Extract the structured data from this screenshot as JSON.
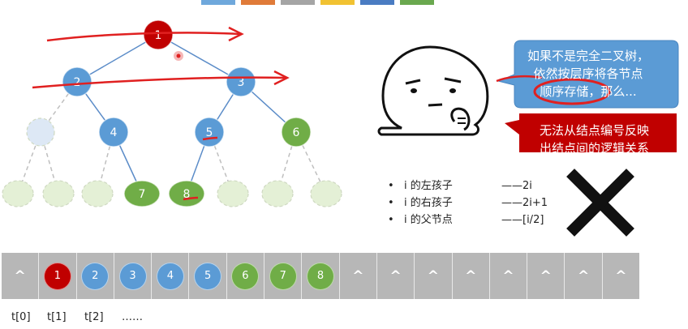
{
  "swatches": [
    "#6fa8dc",
    "#e07b39",
    "#a5a5a5",
    "#f1c232",
    "#4a7cc2",
    "#6aa84f"
  ],
  "colors": {
    "root": "#c00000",
    "blue": "#5b9bd5",
    "green": "#70ad47",
    "ghost_blue": "#dde8f5",
    "ghost_green": "#e4f0d6",
    "annotation_red": "#e02020",
    "bubble_blue": "#5b9bd5",
    "box_red": "#c00000",
    "cell_gray": "#b7b7b7"
  },
  "tree": {
    "nodes": [
      {
        "label": "1",
        "kind": "root"
      },
      {
        "label": "2",
        "kind": "blue"
      },
      {
        "label": "3",
        "kind": "blue"
      },
      {
        "label": "4",
        "kind": "blue"
      },
      {
        "label": "5",
        "kind": "blue"
      },
      {
        "label": "6",
        "kind": "green"
      },
      {
        "label": "7",
        "kind": "green"
      },
      {
        "label": "8",
        "kind": "green"
      }
    ]
  },
  "speech_bubble": {
    "line1": "如果不是完全二叉树，",
    "line2": "依然按层序将各节点",
    "line3": "顺序存储，那么..."
  },
  "red_box": {
    "line1": "无法从结点编号反映",
    "line2": "出结点间的逻辑关系"
  },
  "rules": [
    {
      "label": "i 的左孩子",
      "value": "——2i"
    },
    {
      "label": "i 的右孩子",
      "value": "——2i+1"
    },
    {
      "label": "i 的父节点",
      "value": "——[i/2]"
    }
  ],
  "bullet": "•",
  "array": {
    "cells": [
      {
        "text": "^",
        "kind": "empty"
      },
      {
        "text": "1",
        "kind": "root"
      },
      {
        "text": "2",
        "kind": "blue"
      },
      {
        "text": "3",
        "kind": "blue"
      },
      {
        "text": "4",
        "kind": "blue"
      },
      {
        "text": "5",
        "kind": "blue"
      },
      {
        "text": "6",
        "kind": "green"
      },
      {
        "text": "7",
        "kind": "green"
      },
      {
        "text": "8",
        "kind": "green"
      },
      {
        "text": "^",
        "kind": "empty"
      },
      {
        "text": "^",
        "kind": "empty"
      },
      {
        "text": "^",
        "kind": "empty"
      },
      {
        "text": "^",
        "kind": "empty"
      },
      {
        "text": "^",
        "kind": "empty"
      },
      {
        "text": "^",
        "kind": "empty"
      },
      {
        "text": "^",
        "kind": "empty"
      },
      {
        "text": "^",
        "kind": "empty"
      }
    ],
    "index_labels": [
      "t[0]",
      "t[1]",
      "t[2]",
      "……"
    ]
  },
  "icons": {
    "face": "thinking-face-icon",
    "cross": "big-x-icon"
  }
}
